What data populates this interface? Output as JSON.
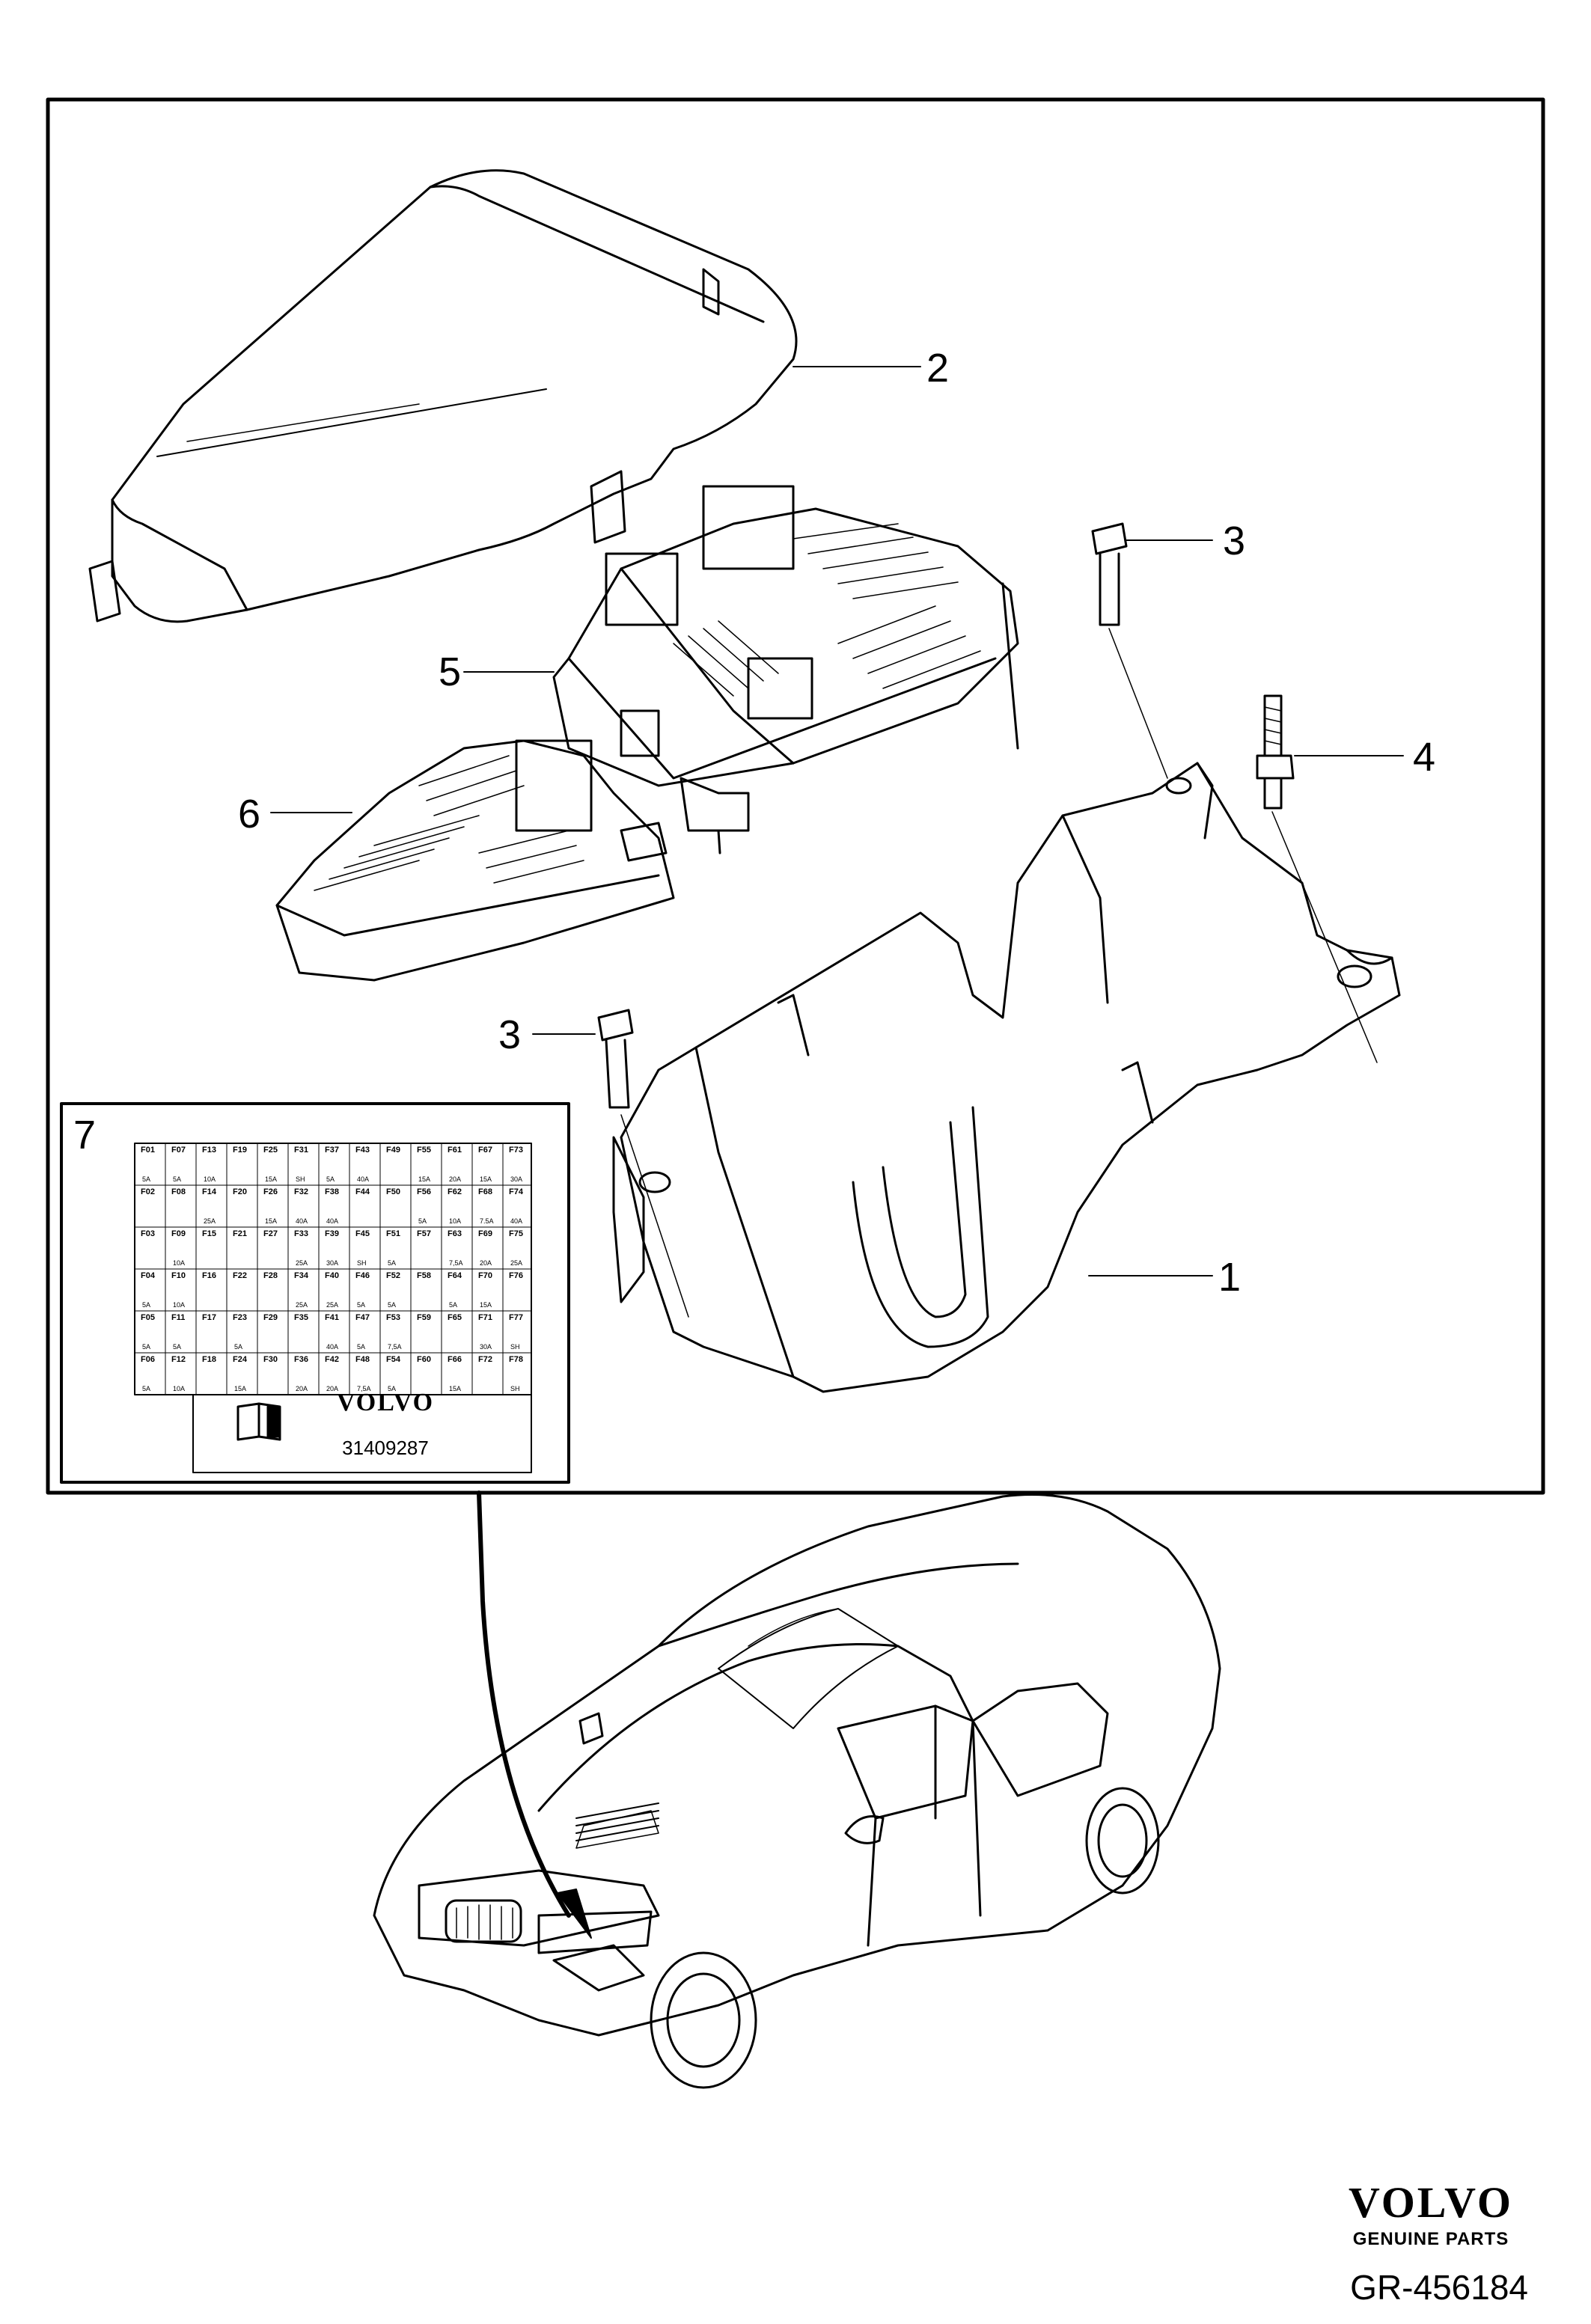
{
  "callouts": [
    {
      "id": "c2",
      "text": "2"
    },
    {
      "id": "c3a",
      "text": "3"
    },
    {
      "id": "c5",
      "text": "5"
    },
    {
      "id": "c4",
      "text": "4"
    },
    {
      "id": "c6",
      "text": "6"
    },
    {
      "id": "c3b",
      "text": "3"
    },
    {
      "id": "c1",
      "text": "1"
    }
  ],
  "inset": {
    "label": "7",
    "part_number": "31409287",
    "logo_text": "VOLVO",
    "fuse_grid": [
      [
        "F01",
        "F07",
        "F13",
        "F19",
        "F25",
        "F31",
        "F37",
        "F43",
        "F49",
        "F55",
        "F61",
        "F67",
        "F73"
      ],
      [
        "F02",
        "F08",
        "F14",
        "F20",
        "F26",
        "F32",
        "F38",
        "F44",
        "F50",
        "F56",
        "F62",
        "F68",
        "F74"
      ],
      [
        "F03",
        "F09",
        "F15",
        "F21",
        "F27",
        "F33",
        "F39",
        "F45",
        "F51",
        "F57",
        "F63",
        "F69",
        "F75"
      ],
      [
        "F04",
        "F10",
        "F16",
        "F22",
        "F28",
        "F34",
        "F40",
        "F46",
        "F52",
        "F58",
        "F64",
        "F70",
        "F76"
      ],
      [
        "F05",
        "F11",
        "F17",
        "F23",
        "F29",
        "F35",
        "F41",
        "F47",
        "F53",
        "F59",
        "F65",
        "F71",
        "F77"
      ],
      [
        "F06",
        "F12",
        "F18",
        "F24",
        "F30",
        "F36",
        "F42",
        "F48",
        "F54",
        "F60",
        "F66",
        "F72",
        "F78"
      ]
    ],
    "amp_grid": [
      [
        "5A",
        "5A",
        "10A",
        "",
        "15A",
        "SH",
        "5A",
        "40A",
        "",
        "15A",
        "20A",
        "15A",
        "30A"
      ],
      [
        "",
        "",
        "25A",
        "",
        "15A",
        "40A",
        "40A",
        "",
        "",
        "5A",
        "10A",
        "7.5A",
        "40A"
      ],
      [
        "",
        "10A",
        "",
        "",
        "",
        "25A",
        "30A",
        "SH",
        "5A",
        "",
        "7,5A",
        "20A",
        "25A"
      ],
      [
        "5A",
        "10A",
        "",
        "",
        "",
        "25A",
        "25A",
        "5A",
        "5A",
        "",
        "5A",
        "15A",
        ""
      ],
      [
        "5A",
        "5A",
        "",
        "5A",
        "",
        "",
        "40A",
        "5A",
        "7,5A",
        "",
        "",
        "30A",
        "SH"
      ],
      [
        "5A",
        "10A",
        "",
        "15A",
        "",
        "20A",
        "20A",
        "7,5A",
        "5A",
        "",
        "15A",
        "",
        "SH"
      ]
    ]
  },
  "brand": {
    "logo_text": "VOLVO",
    "subtitle": "GENUINE PARTS",
    "diagram_number": "GR-456184"
  }
}
